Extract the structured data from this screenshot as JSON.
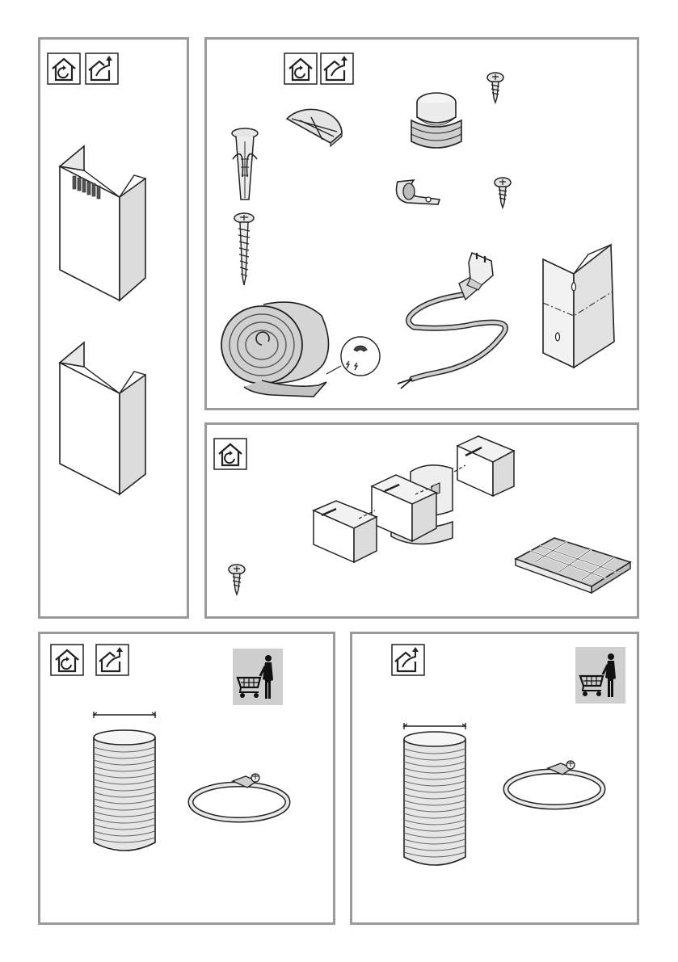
{
  "colors": {
    "panel_border": "#9a9a9a",
    "line": "#222222",
    "shade": "#d4d4d4",
    "light": "#eeeeee",
    "dark": "#555555",
    "cart_box": "#cfcfcf"
  },
  "icons": {
    "recirculation": "recirculation-mode-icon",
    "extraction": "extraction-mode-icon",
    "purchase_separately": "shopping-cart-person-icon"
  },
  "panels": [
    {
      "id": "left",
      "modes": [
        "recirculation",
        "extraction"
      ],
      "parts": [
        "upper-chimney",
        "lower-chimney"
      ]
    },
    {
      "id": "accessories",
      "modes": [
        "recirculation",
        "extraction"
      ],
      "parts": [
        "wall-plug",
        "wood-screw",
        "air-deflector",
        "duct-connector-flange",
        "cable-clip",
        "small-screw",
        "small-screw",
        "power-cord",
        "adhesive-foam-tape",
        "chimney-bracket"
      ]
    },
    {
      "id": "recirculation-kit",
      "modes": [
        "recirculation"
      ],
      "parts": [
        "rectangular-duct-sections",
        "carbon-filter",
        "small-screw"
      ]
    },
    {
      "id": "optional-bottom-left",
      "modes": [
        "recirculation",
        "extraction"
      ],
      "purchase_separately": true,
      "parts": [
        "flexible-hose",
        "hose-clamp"
      ]
    },
    {
      "id": "optional-bottom-right",
      "modes": [
        "extraction"
      ],
      "purchase_separately": true,
      "parts": [
        "flexible-hose",
        "hose-clamp"
      ]
    }
  ]
}
